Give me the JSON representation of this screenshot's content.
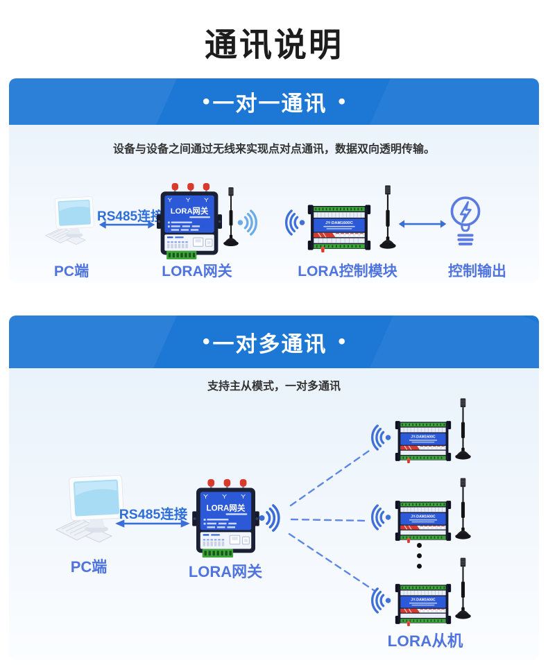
{
  "page_title": "通讯说明",
  "colors": {
    "header_blue": "#1c77d5",
    "card_bg_top": "#e7f0fa",
    "label_blue": "#5074dd",
    "link_blue": "#2e6ed8",
    "arrow_blue": "#3a6fd6",
    "device_panel_blue": "#2b59d8",
    "antenna_red": "#d93a2c",
    "terminal_green": "#3fa43c",
    "bulb_blue": "#5b7be0",
    "dashed_line_blue": "#5b86e8",
    "title_black": "#1c1c1c"
  },
  "icons": {
    "pc": "desktop-pc-icon",
    "gateway_device": "lora-gateway-device-icon",
    "module_device": "control-module-device-icon",
    "whip_antenna": "whip-antenna-icon",
    "wireless": "wireless-signal-icon",
    "bulb": "lightbulb-lightning-icon",
    "double_arrow": "double-headed-arrow-icon",
    "dashed_links": "dashed-wireless-link-lines",
    "ellipsis": "vertical-ellipsis-icon"
  },
  "card1": {
    "header": {
      "bullet": "•",
      "title": "一对一通讯"
    },
    "description": "设备与设备之间通过无线来实现点对点通讯，数据双向透明传输。",
    "rs485_label": "RS485连接",
    "pc_label": "PC端",
    "gateway_label": "LORA网关",
    "gateway_device_text": "LORA网关",
    "module_label": "LORA控制模块",
    "module_device_text": "JY-DAM1600C",
    "output_label": "控制输出"
  },
  "card2": {
    "header": {
      "bullet": "•",
      "title": "一对多通讯"
    },
    "description": "支持主从模式，一对多通讯",
    "rs485_label": "RS485连接",
    "pc_label": "PC端",
    "gateway_label": "LORA网关",
    "gateway_device_text": "LORA网关",
    "slave_label": "LORA从机",
    "slave_device_text": "JY-DAM1600C"
  }
}
